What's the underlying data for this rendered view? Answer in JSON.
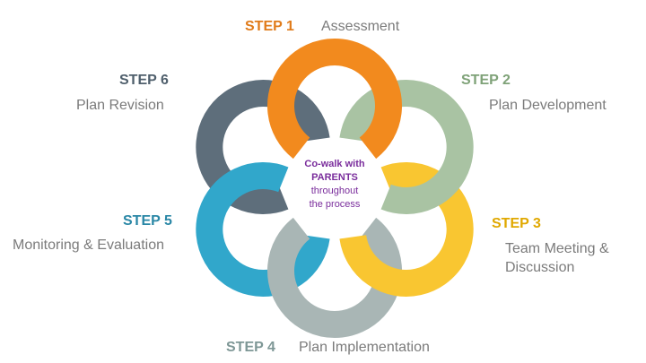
{
  "center": {
    "line1": "Co-walk with",
    "line2": "PARENTS",
    "line3": "throughout",
    "line4": "the process"
  },
  "steps": [
    {
      "step": "STEP 1",
      "desc": "Assessment",
      "color": "#F28A1E",
      "text_color": "#E07B1A"
    },
    {
      "step": "STEP 2",
      "desc": "Plan Development",
      "color": "#A9C3A3",
      "text_color": "#7FA278"
    },
    {
      "step": "STEP 3",
      "desc_line1": "Team Meeting &",
      "desc_line2": "Discussion",
      "color": "#F9C631",
      "text_color": "#E0A800"
    },
    {
      "step": "STEP 4",
      "desc": "Plan Implementation",
      "color": "#A9B6B5",
      "text_color": "#7E9796"
    },
    {
      "step": "STEP 5",
      "desc": "Monitoring & Evaluation",
      "color": "#31A7CB",
      "text_color": "#2A87A6"
    },
    {
      "step": "STEP 6",
      "desc": "Plan Revision",
      "color": "#5E6E7B",
      "text_color": "#4F5F6C"
    }
  ]
}
